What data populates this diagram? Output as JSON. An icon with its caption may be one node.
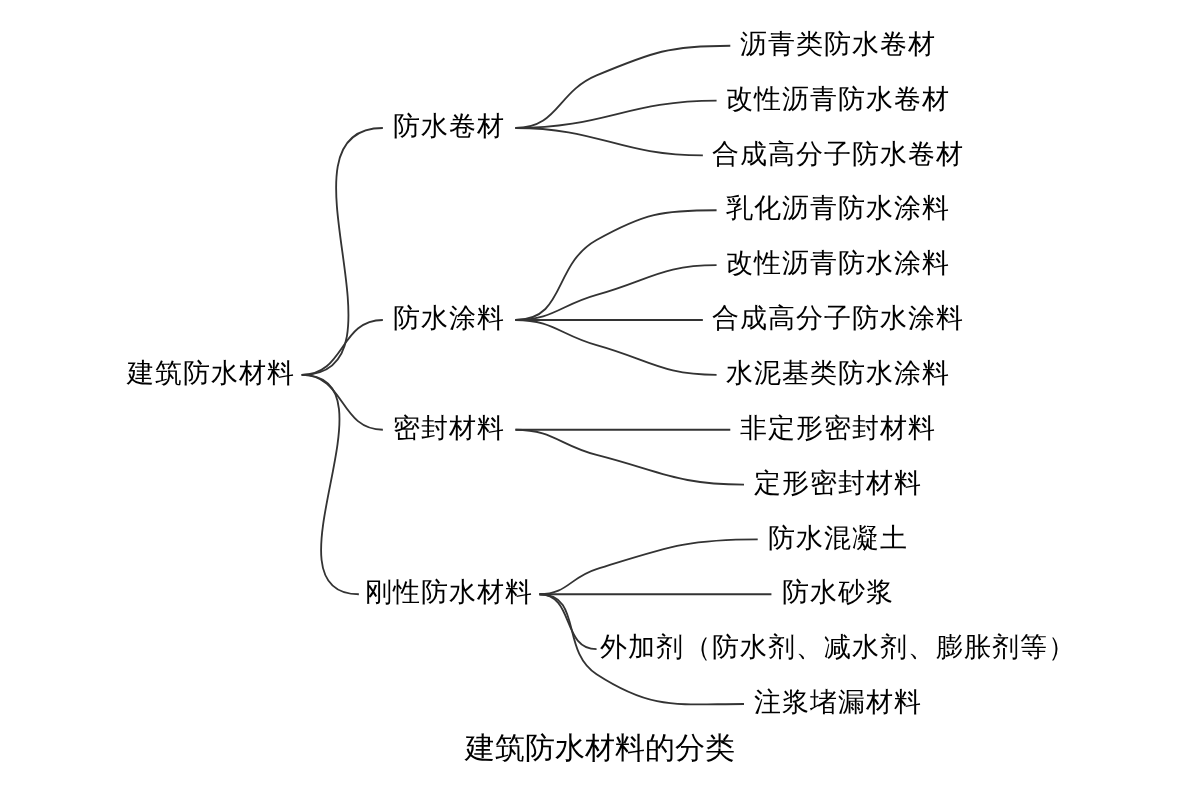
{
  "diagram": {
    "caption": "建筑防水材料的分类",
    "nodes": [
      {
        "text": [
          "建筑防水材料"
        ]
      },
      {
        "text": [
          "防水卷材"
        ]
      },
      {
        "text": [
          "沥青类防水卷材"
        ]
      },
      {
        "text": [
          "改性沥青防水卷材"
        ]
      },
      {
        "text": [
          "合成高分子防水卷材"
        ]
      },
      {
        "text": [
          "防水涂料"
        ]
      },
      {
        "text": [
          "乳化沥青防水涂料"
        ]
      },
      {
        "text": [
          "改性沥青防水涂料"
        ]
      },
      {
        "text": [
          "合成高分子防水涂料"
        ]
      },
      {
        "text": [
          "水泥基类防水涂料"
        ]
      },
      {
        "text": [
          "密封材料"
        ]
      },
      {
        "text": [
          "非定形密封材料"
        ]
      },
      {
        "text": [
          "定形密封材料"
        ]
      },
      {
        "text": [
          "刚性防水材料"
        ]
      },
      {
        "text": [
          "防水混凝土"
        ]
      },
      {
        "text": [
          "防水砂浆"
        ]
      },
      {
        "text": [
          "外加剂（防水剂、减水剂、膨胀剂等）"
        ]
      },
      {
        "text": [
          "注浆堵漏材料"
        ]
      }
    ],
    "edges": [
      {
        "from": 0,
        "to": 1,
        "arrow": "none"
      },
      {
        "from": 1,
        "to": 2,
        "arrow": "none"
      },
      {
        "from": 1,
        "to": 3,
        "arrow": "none"
      },
      {
        "from": 1,
        "to": 4,
        "arrow": "none"
      },
      {
        "from": 0,
        "to": 5,
        "arrow": "none"
      },
      {
        "from": 5,
        "to": 6,
        "arrow": "none"
      },
      {
        "from": 5,
        "to": 7,
        "arrow": "none"
      },
      {
        "from": 5,
        "to": 8,
        "arrow": "none"
      },
      {
        "from": 5,
        "to": 9,
        "arrow": "none"
      },
      {
        "from": 0,
        "to": 10,
        "arrow": "none"
      },
      {
        "from": 10,
        "to": 11,
        "arrow": "none"
      },
      {
        "from": 10,
        "to": 12,
        "arrow": "none"
      },
      {
        "from": 0,
        "to": 13,
        "arrow": "none"
      },
      {
        "from": 13,
        "to": 14,
        "arrow": "none"
      },
      {
        "from": 13,
        "to": 15,
        "arrow": "none"
      },
      {
        "from": 13,
        "to": 16,
        "arrow": "none"
      },
      {
        "from": 13,
        "to": 17,
        "arrow": "none"
      }
    ]
  }
}
